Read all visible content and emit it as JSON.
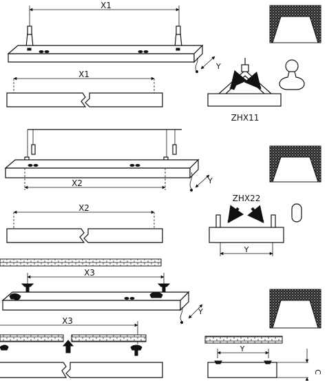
{
  "labels": {
    "x1_top": "X1",
    "y_top": "Y",
    "x1_side": "X1",
    "zhx11": "ZHX11",
    "x2_mid_top": "X2",
    "y_mid": "Y",
    "zhx22": "ZHX22",
    "x2_side": "X2",
    "y_detail": "Y",
    "x3_top": "X3",
    "y_bottom": "Y",
    "x3_side": "X3",
    "y_bottom_detail": "Y",
    "c_dim": "C"
  }
}
